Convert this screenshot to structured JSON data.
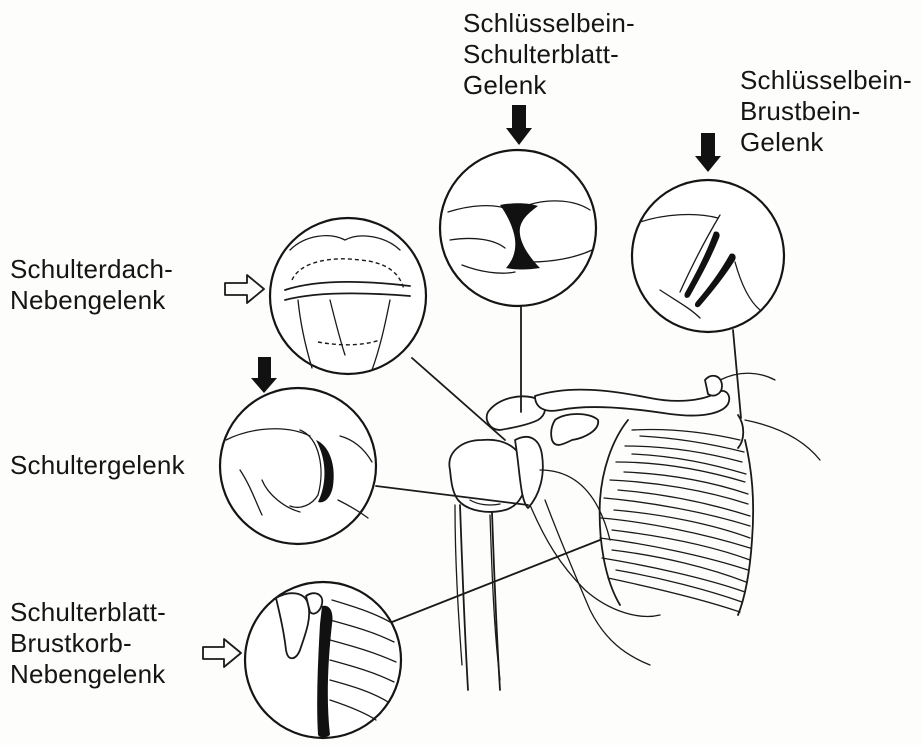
{
  "labels": {
    "acromioclavicular": [
      "Schlüsselbein-",
      "Schulterblatt-",
      "Gelenk"
    ],
    "sternoclavicular": [
      "Schlüsselbein-",
      "Brustbein-",
      "Gelenk"
    ],
    "subacromial": [
      "Schulterdach-",
      "Nebengelenk"
    ],
    "glenohumeral": [
      "Schultergelenk"
    ],
    "scapulothoracic": [
      "Schulterblatt-",
      "Brustkorb-",
      "Nebengelenk"
    ]
  },
  "arrows": {
    "acromioclavicular": "filled-down",
    "sternoclavicular": "filled-down",
    "subacromial": "outline-right",
    "glenohumeral": "filled-down",
    "scapulothoracic": "outline-right"
  },
  "colors": {
    "ink": "#151515",
    "background": "#fdfdfb"
  }
}
